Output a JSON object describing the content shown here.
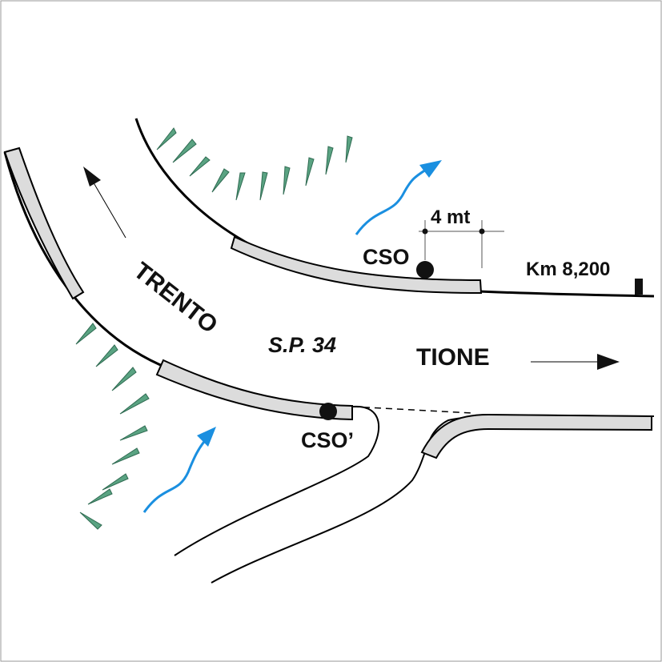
{
  "labels": {
    "trento": "TRENTO",
    "road": "S.P. 34",
    "tione": "TIONE",
    "cso": "CSO",
    "cso_prime": "CSO’",
    "distance": "4 mt",
    "km": "Km 8,200"
  },
  "colors": {
    "flow_arrow": "#1a8fe0",
    "vegetation": "#5aa382",
    "guardrail": "#dcdcdc"
  },
  "icons": {
    "tree": "tree-icon",
    "flow": "water-flow-arrow-icon"
  }
}
